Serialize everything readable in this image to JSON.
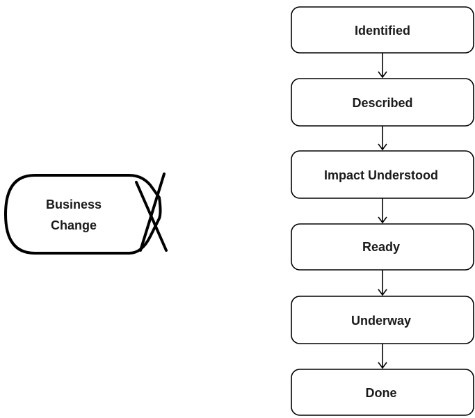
{
  "entity": {
    "label_line1": "Business",
    "label_line2": "Change"
  },
  "states": [
    {
      "label": "Identified"
    },
    {
      "label": "Described"
    },
    {
      "label": "Impact Understood"
    },
    {
      "label": "Ready"
    },
    {
      "label": "Underway"
    },
    {
      "label": "Done"
    }
  ]
}
